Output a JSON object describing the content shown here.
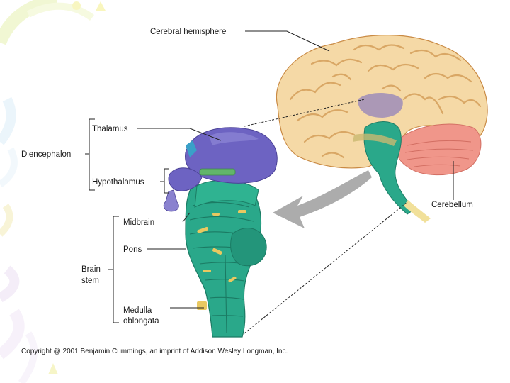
{
  "labels": {
    "cerebral_hemisphere": "Cerebral hemisphere",
    "thalamus": "Thalamus",
    "diencephalon": "Diencephalon",
    "hypothalamus": "Hypothalamus",
    "cerebellum": "Cerebellum",
    "midbrain": "Midbrain",
    "pons": "Pons",
    "brain_stem_line1": "Brain",
    "brain_stem_line2": "stem",
    "medulla_line1": "Medulla",
    "medulla_line2": "oblongata"
  },
  "copyright": "Copyright @ 2001 Benjamin Cummings, an imprint of Addison Wesley Longman, Inc.",
  "colors": {
    "cerebrum": "#f5d9a6",
    "cerebrum_gyri": "#d9a765",
    "thalamus": "#6d63c2",
    "brainstem": "#2aa88a",
    "cerebellum": "#f0968a",
    "nerve": "#e9c860",
    "arrow": "#9e9e9e"
  }
}
